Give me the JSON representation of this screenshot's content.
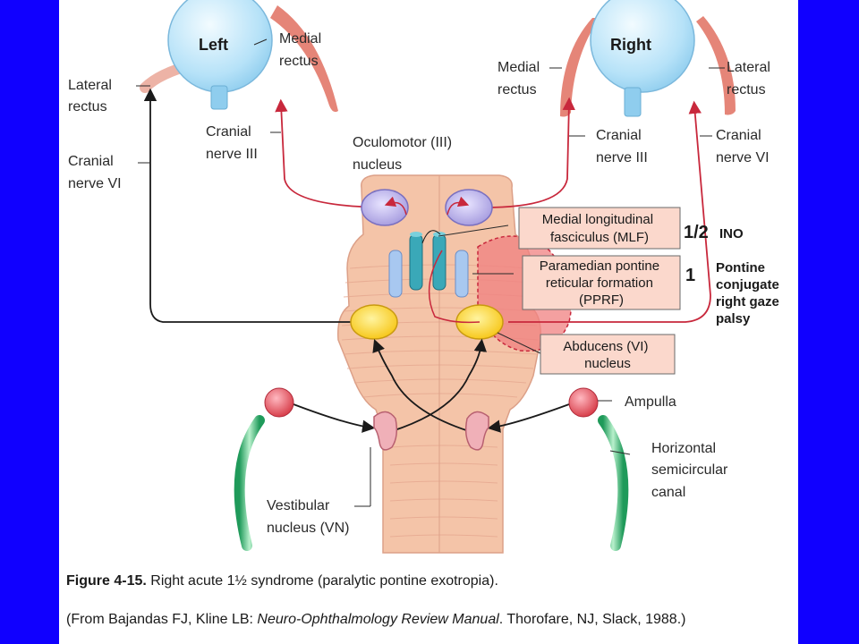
{
  "colors": {
    "frame": "#1000ff",
    "slide": "#ffffff",
    "brainstem": "#f4c4a8",
    "nerve": "#c8283c",
    "pathway": "#1a1a1a",
    "oculomotor": "#b8b0e8",
    "abducens": "#ffd84a",
    "mlf": "#3aa8b8",
    "ppfr": "#a8c8f0",
    "lesion": "#f08080",
    "ampulla": "#e05060",
    "canal": "#3cb878",
    "label_box": "#fbd8cc"
  },
  "eyes": {
    "left": {
      "title": "Left",
      "icon": "eyeball-icon"
    },
    "right": {
      "title": "Right",
      "icon": "eyeball-icon"
    }
  },
  "labels": {
    "left_medial": [
      "Medial",
      "rectus"
    ],
    "left_lateral": [
      "Lateral",
      "rectus"
    ],
    "left_cn3": [
      "Cranial",
      "nerve III"
    ],
    "left_cn6": [
      "Cranial",
      "nerve VI"
    ],
    "right_medial": [
      "Medial",
      "rectus"
    ],
    "right_lateral": [
      "Lateral",
      "rectus"
    ],
    "right_cn3": [
      "Cranial",
      "nerve III"
    ],
    "right_cn6": [
      "Cranial",
      "nerve VI"
    ],
    "oculomotor": [
      "Oculomotor (III)",
      "nucleus"
    ],
    "ampulla": "Ampulla",
    "canal": [
      "Horizontal",
      "semicircular",
      "canal"
    ],
    "vestibular": [
      "Vestibular",
      "nucleus (VN)"
    ]
  },
  "boxes": {
    "mlf": [
      "Medial longitudinal",
      "fasciculus (MLF)"
    ],
    "pprf": [
      "Paramedian pontine",
      "reticular formation",
      "(PPRF)"
    ],
    "abducens": [
      "Abducens (VI)",
      "nucleus"
    ]
  },
  "lesions": {
    "ino_number": "1/2",
    "ino_label": "INO",
    "pprf_number": "1",
    "pprf_label": [
      "Pontine",
      "conjugate",
      "right gaze",
      "palsy"
    ]
  },
  "caption": {
    "figure_number": "Figure 4-15.",
    "figure_text": " Right acute 1½ syndrome (paralytic pontine exotropia).",
    "source_prefix": "(From Bajandas FJ, Kline LB: ",
    "source_book": "Neuro-Ophthalmology Review Manual",
    "source_suffix": ". Thorofare, NJ, Slack, 1988.)"
  }
}
